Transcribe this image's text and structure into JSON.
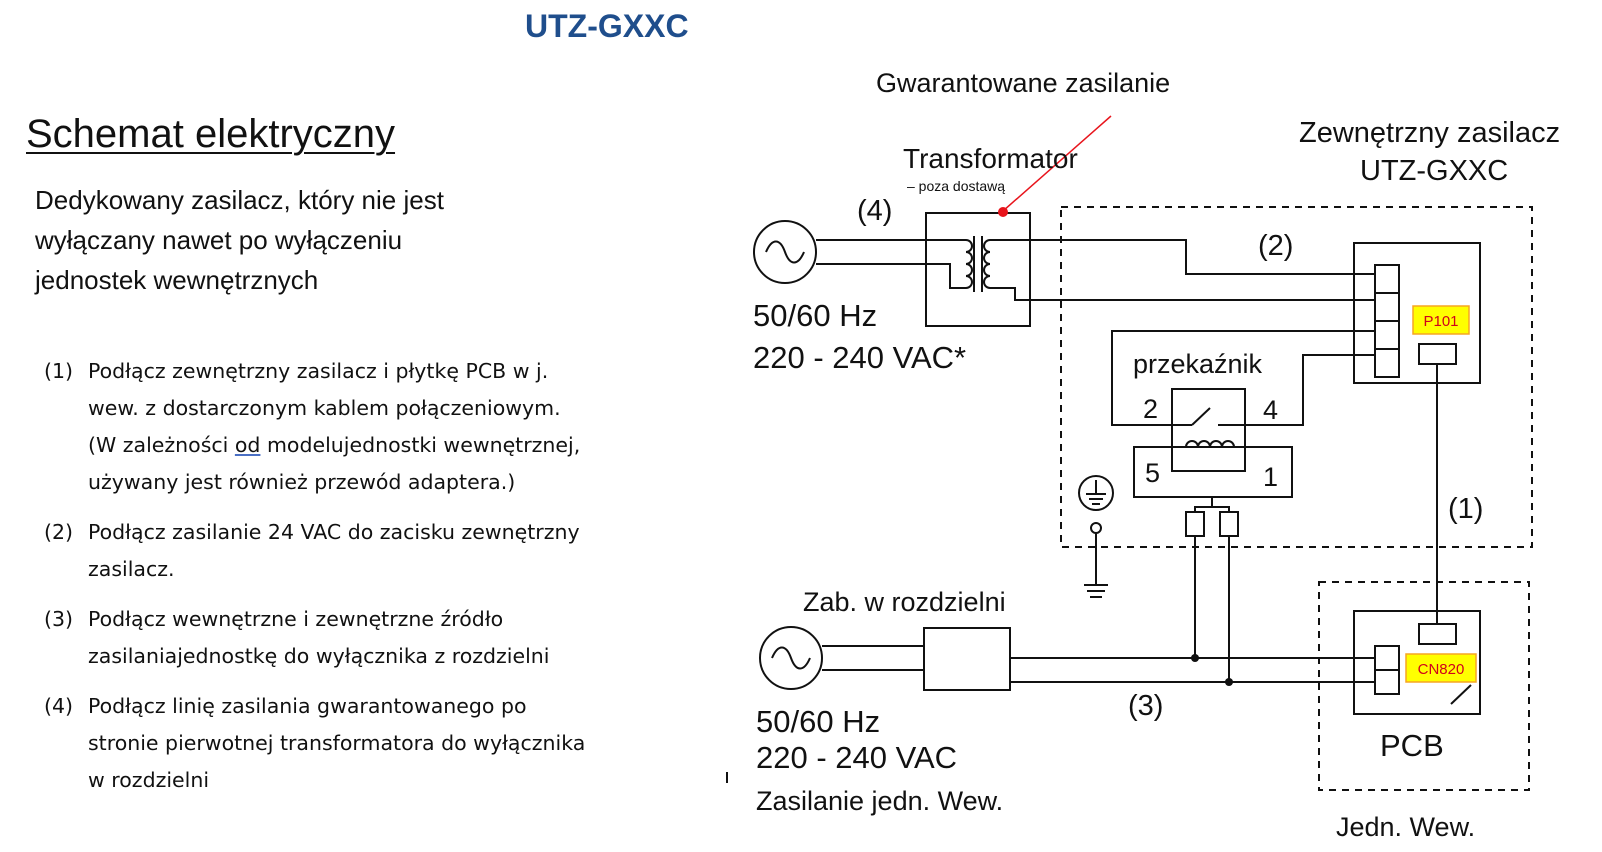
{
  "header": {
    "model_title": "UTZ-GXXC"
  },
  "left_panel": {
    "section_title": "Schemat elektryczny",
    "subtitle_lines": [
      "Dedykowany zasilacz, który nie jest",
      "wyłączany nawet po wyłączeniu",
      "jednostek wewnętrznych"
    ],
    "instructions": [
      {
        "num": "(1)",
        "lines": [
          "Podłącz zewnętrzny zasilacz  i płytkę PCB w j.",
          "wew. z dostarczonym kablem połączeniowym.",
          "(W zależności ",
          "od",
          " modelujednostki wewnętrznej,",
          "używany jest również przewód adaptera.)"
        ]
      },
      {
        "num": "(2)",
        "lines": [
          "Podłącz zasilanie 24 VAC do zacisku zewnętrzny",
          "zasilacz."
        ]
      },
      {
        "num": "(3)",
        "lines": [
          "Podłącz wewnętrzne i zewnętrzne źródło",
          "zasilaniajednostkę do wyłącznika z rozdzielni"
        ]
      },
      {
        "num": "(4)",
        "lines": [
          "Podłącz linię zasilania gwarantowanego po",
          "stronie pierwotnej transformatora do wyłącznika",
          "w rozdzielni"
        ]
      }
    ]
  },
  "diagram": {
    "guaranteed_supply_label": "Gwarantowane zasilanie",
    "transformer_label": "Transformator",
    "transformer_note": "– poza dostawą",
    "external_psu_label_1": "Zewnętrzny zasilacz",
    "external_psu_label_2": "UTZ-GXXC",
    "wire_4": "(4)",
    "wire_2": "(2)",
    "wire_1": "(1)",
    "wire_3": "(3)",
    "top_source_freq": "50/60 Hz",
    "top_source_voltage": "220 - 240 VAC*",
    "relay_label": "przekaźnik",
    "relay_pin_2": "2",
    "relay_pin_4": "4",
    "relay_pin_5": "5",
    "relay_pin_1": "1",
    "chip_p101": "P101",
    "chip_cn820": "CN820",
    "breaker_label": "Zab. w rozdzielni",
    "bottom_source_freq": "50/60 Hz",
    "bottom_source_voltage": "220 - 240 VAC",
    "indoor_supply_label": "Zasilanie jedn. Wew.",
    "pcb_label": "PCB",
    "indoor_unit_label": "Jedn. Wew.",
    "colors": {
      "title_blue": "#1f4e8c",
      "chip_fill": "#ffff00",
      "chip_border": "#f5a623",
      "chip_text": "#d0021b",
      "pointer_red": "#e8141c"
    }
  }
}
